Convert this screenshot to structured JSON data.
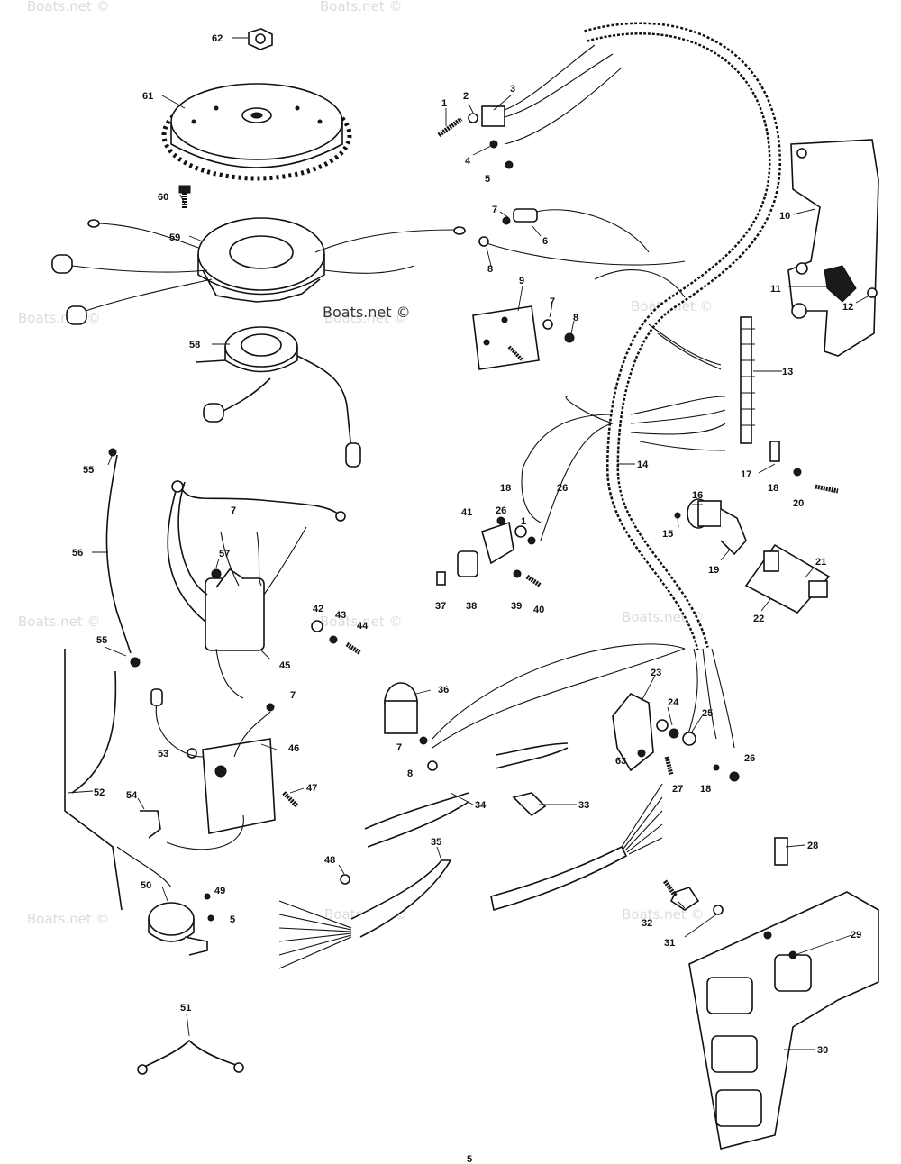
{
  "watermarks": [
    "Boats.net ©",
    "Boats.net ©",
    "Boats.net ©",
    "Boats.net ©",
    "Boats.net ©",
    "Boats.net ©",
    "Boats.net ©",
    "Boats.net ©",
    "Boats.net ©",
    "Boats.net ©",
    "Boats.net ©"
  ],
  "watermark_main": "Boats.net ©",
  "page_marker": "5",
  "callouts": [
    "62",
    "61",
    "1",
    "2",
    "3",
    "4",
    "5",
    "60",
    "7",
    "6",
    "10",
    "59",
    "8",
    "11",
    "12",
    "9",
    "7",
    "8",
    "58",
    "13",
    "14",
    "17",
    "18",
    "20",
    "55",
    "18",
    "26",
    "16",
    "41",
    "26",
    "7",
    "1",
    "15",
    "19",
    "21",
    "56",
    "57",
    "42",
    "43",
    "44",
    "37",
    "38",
    "39",
    "40",
    "22",
    "55",
    "45",
    "36",
    "23",
    "24",
    "25",
    "7",
    "7",
    "8",
    "63",
    "27",
    "18",
    "26",
    "53",
    "46",
    "52",
    "54",
    "47",
    "34",
    "33",
    "35",
    "28",
    "48",
    "50",
    "49",
    "5",
    "32",
    "31",
    "29",
    "51",
    "30"
  ]
}
